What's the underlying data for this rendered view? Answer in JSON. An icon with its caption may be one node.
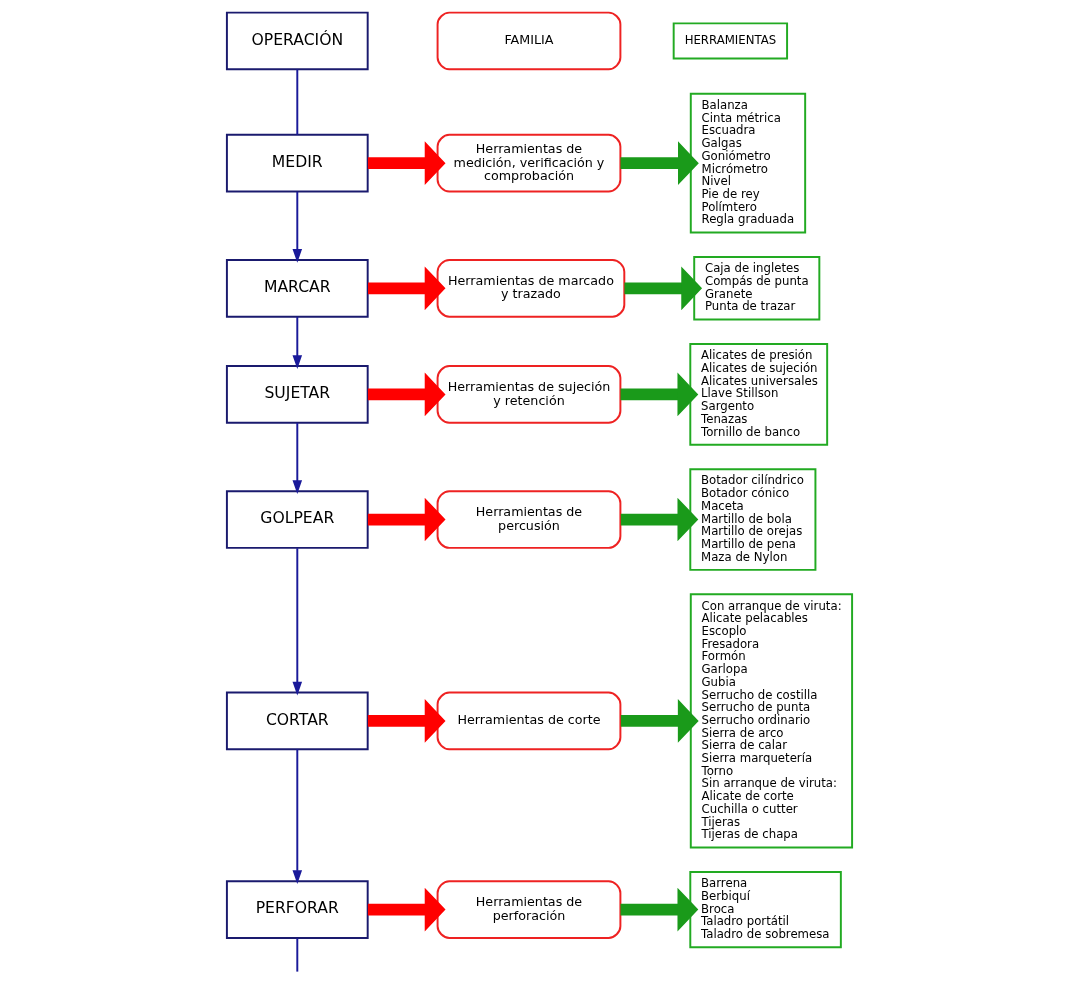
{
  "diagram": {
    "nodes": [
      {
        "text": [
          "OPERACIÓN"
        ]
      },
      {
        "text": [
          "FAMILIA"
        ]
      },
      {
        "text": [
          "HERRAMIENTAS"
        ]
      },
      {
        "text": [
          "MEDIR"
        ]
      },
      {
        "text": [
          "Herramientas de medición, verificación y comprobación"
        ]
      },
      {
        "text": [
          "Balanza",
          "Cinta métrica",
          "Escuadra",
          "Galgas",
          "Goniómetro",
          "Micrómetro",
          "Nivel",
          "Pie de rey",
          "Polímtero",
          "Regla graduada"
        ]
      },
      {
        "text": [
          "MARCAR"
        ]
      },
      {
        "text": [
          "Herramientas de marcado y trazado"
        ]
      },
      {
        "text": [
          "Caja de ingletes",
          "Compás de punta",
          "Granete",
          "Punta de trazar"
        ]
      },
      {
        "text": [
          "SUJETAR"
        ]
      },
      {
        "text": [
          "Herramientas de sujeción y retención"
        ]
      },
      {
        "text": [
          "Alicates de presión",
          "Alicates de sujeción",
          "Alicates universales",
          "Llave Stillson",
          "Sargento",
          "Tenazas",
          "Tornillo de banco"
        ]
      },
      {
        "text": [
          "GOLPEAR"
        ]
      },
      {
        "text": [
          "Herramientas de percusión"
        ]
      },
      {
        "text": [
          "Botador cilíndrico",
          "Botador cónico",
          "Maceta",
          "Martillo de bola",
          "Martillo de orejas",
          "Martillo de pena",
          "Maza de Nylon"
        ]
      },
      {
        "text": [
          "CORTAR"
        ]
      },
      {
        "text": [
          "Herramientas de corte"
        ]
      },
      {
        "text": [
          "Con arranque de viruta:",
          "Alicate pelacables",
          "Escoplo",
          "Fresadora",
          "Formón",
          "Garlopa",
          "Gubia",
          "Serrucho de costilla",
          "Serrucho de punta",
          "Serrucho ordinario",
          "Sierra de arco",
          "Sierra de calar",
          "Sierra marquetería",
          "Torno",
          "Sin arranque de viruta:",
          "Alicate de corte",
          "Cuchilla o cutter",
          "Tijeras",
          "Tijeras de chapa"
        ]
      },
      {
        "text": [
          "PERFORAR"
        ]
      },
      {
        "text": [
          "Herramientas de perforación"
        ]
      },
      {
        "text": [
          "Barrena",
          "Berbiquí",
          "Broca",
          "Taladro portátil",
          "Taladro de sobremesa"
        ]
      }
    ],
    "edges": [
      {
        "from": 0,
        "to": 3,
        "arrow": "none",
        "color": "#1a1a9a"
      },
      {
        "from": 3,
        "to": 6,
        "arrow": "to",
        "color": "#1a1a9a"
      },
      {
        "from": 6,
        "to": 9,
        "arrow": "to",
        "color": "#1a1a9a"
      },
      {
        "from": 9,
        "to": 12,
        "arrow": "to",
        "color": "#1a1a9a"
      },
      {
        "from": 12,
        "to": 15,
        "arrow": "to",
        "color": "#1a1a9a"
      },
      {
        "from": 15,
        "to": 18,
        "arrow": "to",
        "color": "#1a1a9a"
      },
      {
        "from": 18,
        "to": null,
        "arrow": "none",
        "color": "#1a1a9a"
      },
      {
        "from": 3,
        "to": 4,
        "arrow": "to",
        "color": "#ff0000"
      },
      {
        "from": 4,
        "to": 5,
        "arrow": "to",
        "color": "#1a9a1a"
      },
      {
        "from": 6,
        "to": 7,
        "arrow": "to",
        "color": "#ff0000"
      },
      {
        "from": 7,
        "to": 8,
        "arrow": "to",
        "color": "#1a9a1a"
      },
      {
        "from": 9,
        "to": 10,
        "arrow": "to",
        "color": "#ff0000"
      },
      {
        "from": 10,
        "to": 11,
        "arrow": "to",
        "color": "#1a9a1a"
      },
      {
        "from": 12,
        "to": 13,
        "arrow": "to",
        "color": "#ff0000"
      },
      {
        "from": 13,
        "to": 14,
        "arrow": "to",
        "color": "#1a9a1a"
      },
      {
        "from": 15,
        "to": 16,
        "arrow": "to",
        "color": "#ff0000"
      },
      {
        "from": 16,
        "to": 17,
        "arrow": "to",
        "color": "#1a9a1a"
      },
      {
        "from": 18,
        "to": 19,
        "arrow": "to",
        "color": "#ff0000"
      },
      {
        "from": 19,
        "to": 20,
        "arrow": "to",
        "color": "#1a9a1a"
      }
    ]
  }
}
